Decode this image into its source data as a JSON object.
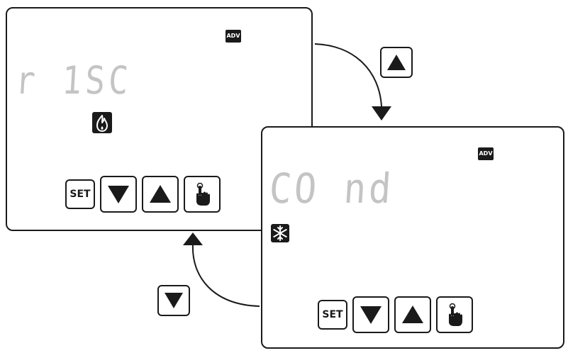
{
  "screen_1": {
    "badge": "ADV",
    "display_text": "r 1SC",
    "mode_icon": "flame-icon",
    "buttons": {
      "set_label": "SET",
      "down_icon": "down-triangle-icon",
      "up_icon": "up-triangle-icon",
      "menu_icon": "hand-pointer-icon"
    }
  },
  "screen_2": {
    "badge": "ADV",
    "display_text": "CO nd",
    "mode_icon": "snowflake-icon",
    "buttons": {
      "set_label": "SET",
      "down_icon": "down-triangle-icon",
      "up_icon": "up-triangle-icon",
      "menu_icon": "hand-pointer-icon"
    }
  },
  "transitions": [
    {
      "from": "screen_1",
      "to": "screen_2",
      "key_icon": "up-triangle-icon"
    },
    {
      "from": "screen_2",
      "to": "screen_1",
      "key_icon": "down-triangle-icon"
    }
  ],
  "colors": {
    "outline": "#1a1a1a",
    "segment_text": "#c4c4c4",
    "background": "#ffffff"
  }
}
